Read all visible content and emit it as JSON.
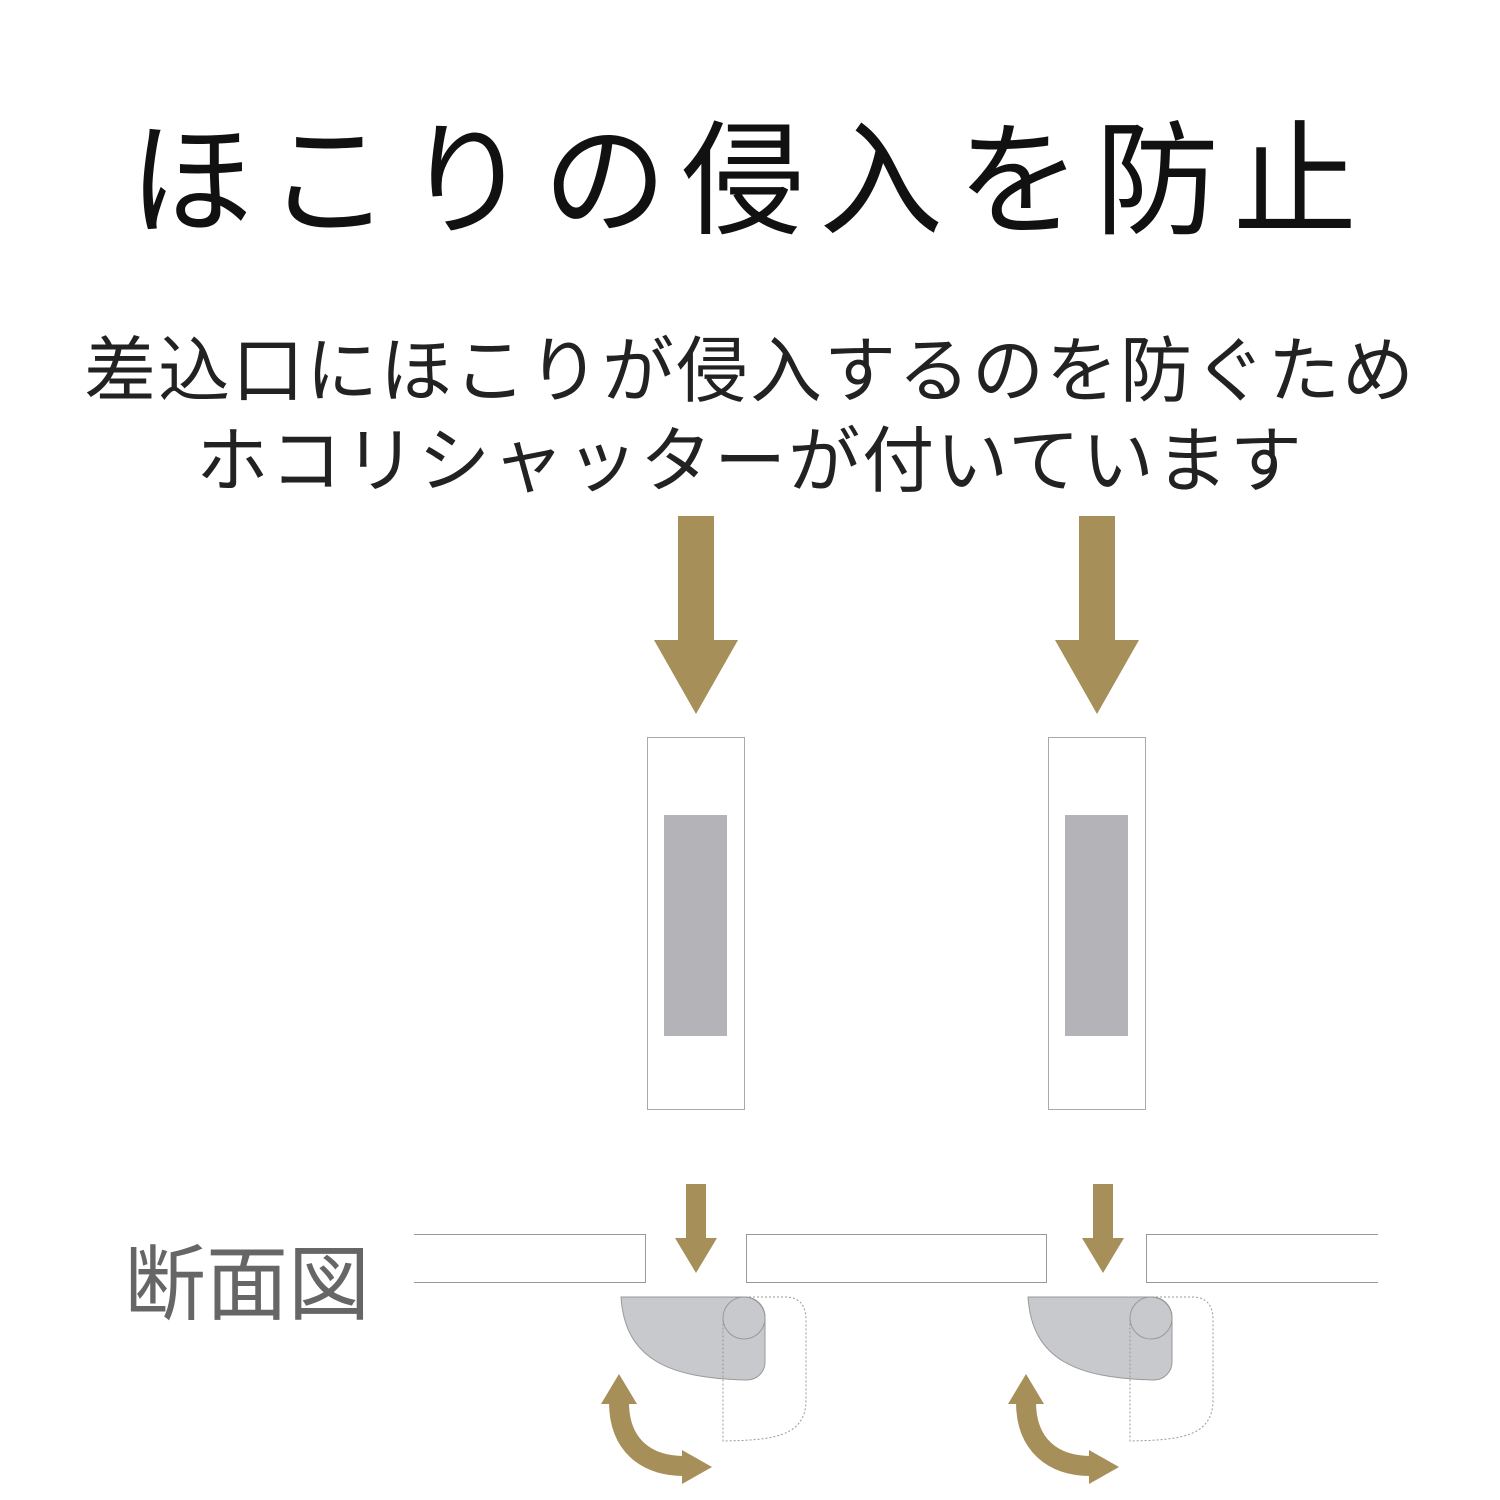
{
  "title": "ほこりの侵入を防止",
  "description": [
    "差込口にほこりが侵入するのを防ぐため",
    "ホコリシャッターが付いています"
  ],
  "section_label": "断面図",
  "colors": {
    "arrow": "#a68f58",
    "slot": "#b4b4b8",
    "shutter": "#c8c9cc",
    "outline": "#999999"
  }
}
